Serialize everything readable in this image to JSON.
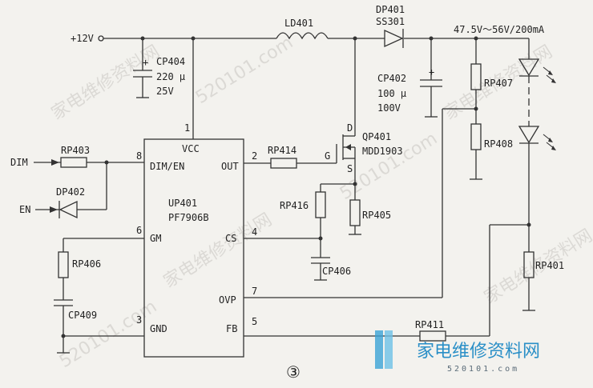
{
  "labels": {
    "vin": "+12V",
    "ld401": "LD401",
    "dp401": "DP401",
    "ss301": "SS301",
    "vout": "47.5V～56V/200mA",
    "cp404": "CP404",
    "cp404_val": "220 μ",
    "cp404_v": "25V",
    "cp402": "CP402",
    "cp402_val": "100 μ",
    "cp402_v": "100V",
    "rp407": "RP407",
    "rp408": "RP408",
    "rp401": "RP401",
    "qp401": "QP401",
    "mdd": "MDD1903",
    "d": "D",
    "g": "G",
    "s": "S",
    "rp414": "RP414",
    "rp416": "RP416",
    "rp405": "RP405",
    "cp406": "CP406",
    "rp403": "RP403",
    "dp402": "DP402",
    "dim_in": "DIM",
    "en_in": "EN",
    "rp406": "RP406",
    "cp409": "CP409",
    "rp411": "RP411",
    "ic_name": "UP401",
    "ic_part": "PF7906B",
    "pin_vcc": "VCC",
    "pin_dimen": "DIM/EN",
    "pin_out": "OUT",
    "pin_gm": "GM",
    "pin_cs": "CS",
    "pin_ovp": "OVP",
    "pin_gnd": "GND",
    "pin_fb": "FB",
    "n1": "1",
    "n2": "2",
    "n3": "3",
    "n4": "4",
    "n5": "5",
    "n6": "6",
    "n7": "7",
    "n8": "8",
    "figure": "③"
  },
  "watermark": {
    "text1": "家电维修资料网",
    "text2": "520101.com",
    "brand": "家电维修资料网",
    "brand_url": "520101.com"
  }
}
